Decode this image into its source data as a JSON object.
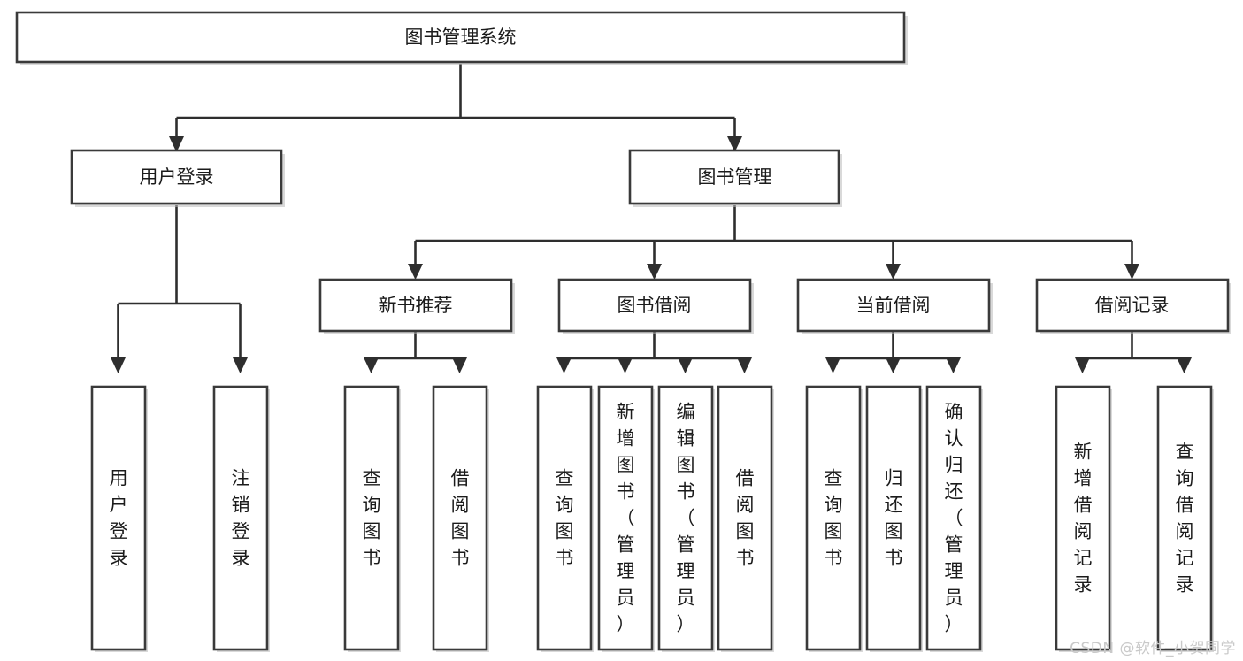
{
  "diagram": {
    "title": "图书管理系统",
    "type": "hierarchy-tree",
    "style": {
      "box_fill": "#ffffff",
      "box_stroke": "#3a3a3a",
      "connector_color": "#2e2e2e",
      "text_color": "#1b1b1b",
      "background": "#ffffff",
      "watermark_color": "#c9c9c9"
    },
    "root": {
      "label": "图书管理系统",
      "orientation": "horizontal"
    },
    "level2": [
      {
        "label": "用户登录",
        "orientation": "horizontal"
      },
      {
        "label": "图书管理",
        "orientation": "horizontal"
      }
    ],
    "level3": [
      {
        "label": "新书推荐",
        "orientation": "horizontal"
      },
      {
        "label": "图书借阅",
        "orientation": "horizontal"
      },
      {
        "label": "当前借阅",
        "orientation": "horizontal"
      },
      {
        "label": "借阅记录",
        "orientation": "horizontal"
      }
    ],
    "leaves": {
      "user_login": [
        {
          "lines": [
            "用",
            "户",
            "登",
            "录"
          ]
        },
        {
          "lines": [
            "注",
            "销",
            "登",
            "录"
          ]
        }
      ],
      "new_book_recommend": [
        {
          "lines": [
            "查",
            "询",
            "图",
            "书"
          ]
        },
        {
          "lines": [
            "借",
            "阅",
            "图",
            "书"
          ]
        }
      ],
      "book_borrow": [
        {
          "lines": [
            "查",
            "询",
            "图",
            "书"
          ]
        },
        {
          "lines": [
            "新",
            "增",
            "图",
            "书",
            "（",
            "管",
            "理",
            "员",
            "）"
          ]
        },
        {
          "lines": [
            "编",
            "辑",
            "图",
            "书",
            "（",
            "管",
            "理",
            "员",
            "）"
          ]
        },
        {
          "lines": [
            "借",
            "阅",
            "图",
            "书"
          ]
        }
      ],
      "current_borrow": [
        {
          "lines": [
            "查",
            "询",
            "图",
            "书"
          ]
        },
        {
          "lines": [
            "归",
            "还",
            "图",
            "书"
          ]
        },
        {
          "lines": [
            "确",
            "认",
            "归",
            "还",
            "（",
            "管",
            "理",
            "员",
            "）"
          ]
        }
      ],
      "borrow_record": [
        {
          "lines": [
            "新",
            "增",
            "借",
            "阅",
            "记",
            "录"
          ]
        },
        {
          "lines": [
            "查",
            "询",
            "借",
            "阅",
            "记",
            "录"
          ]
        }
      ]
    }
  },
  "watermark": {
    "text": "CSDN @软件_小贺同学"
  }
}
